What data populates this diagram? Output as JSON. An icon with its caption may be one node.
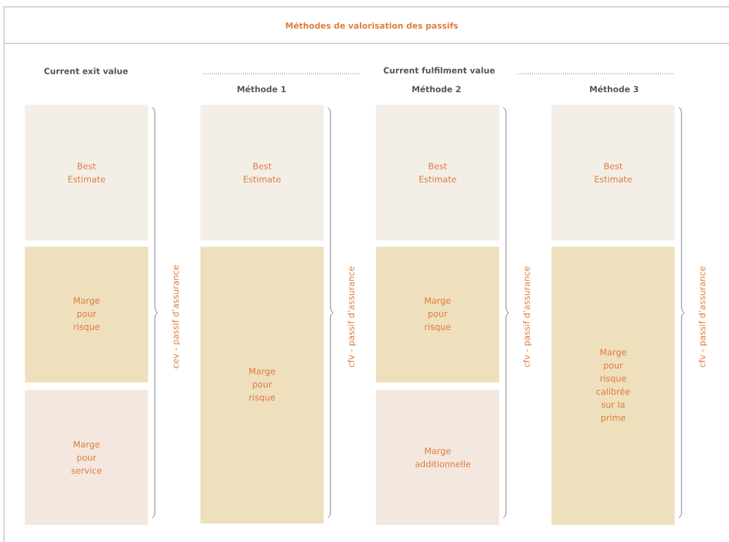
{
  "diagram": {
    "title": "Méthodes de valorisation des passifs",
    "nodes": [
      {
        "text": [
          "Best Estimate"
        ]
      },
      {
        "text": [
          "Marge pour risque"
        ]
      },
      {
        "text": [
          "Marge pour service"
        ]
      },
      {
        "text": [
          "Best Estimate"
        ]
      },
      {
        "text": [
          "Marge pour risque"
        ]
      },
      {
        "text": [
          "Best Estimate"
        ]
      },
      {
        "text": [
          "Marge pour risque"
        ]
      },
      {
        "text": [
          "Marge additionnelle"
        ]
      },
      {
        "text": [
          "Best Estimate"
        ]
      },
      {
        "text": [
          "Marge pour risque calibrée sur la prime"
        ]
      }
    ],
    "labels": [
      "Current exit value",
      "Current fulfilment value",
      "Méthode 1",
      "Méthode 2",
      "Méthode 3",
      "cev - passif d’assurance",
      "cfv - passif d’assurance",
      "cfv - passif d’assurance",
      "cfv - passif d’assurance"
    ]
  }
}
